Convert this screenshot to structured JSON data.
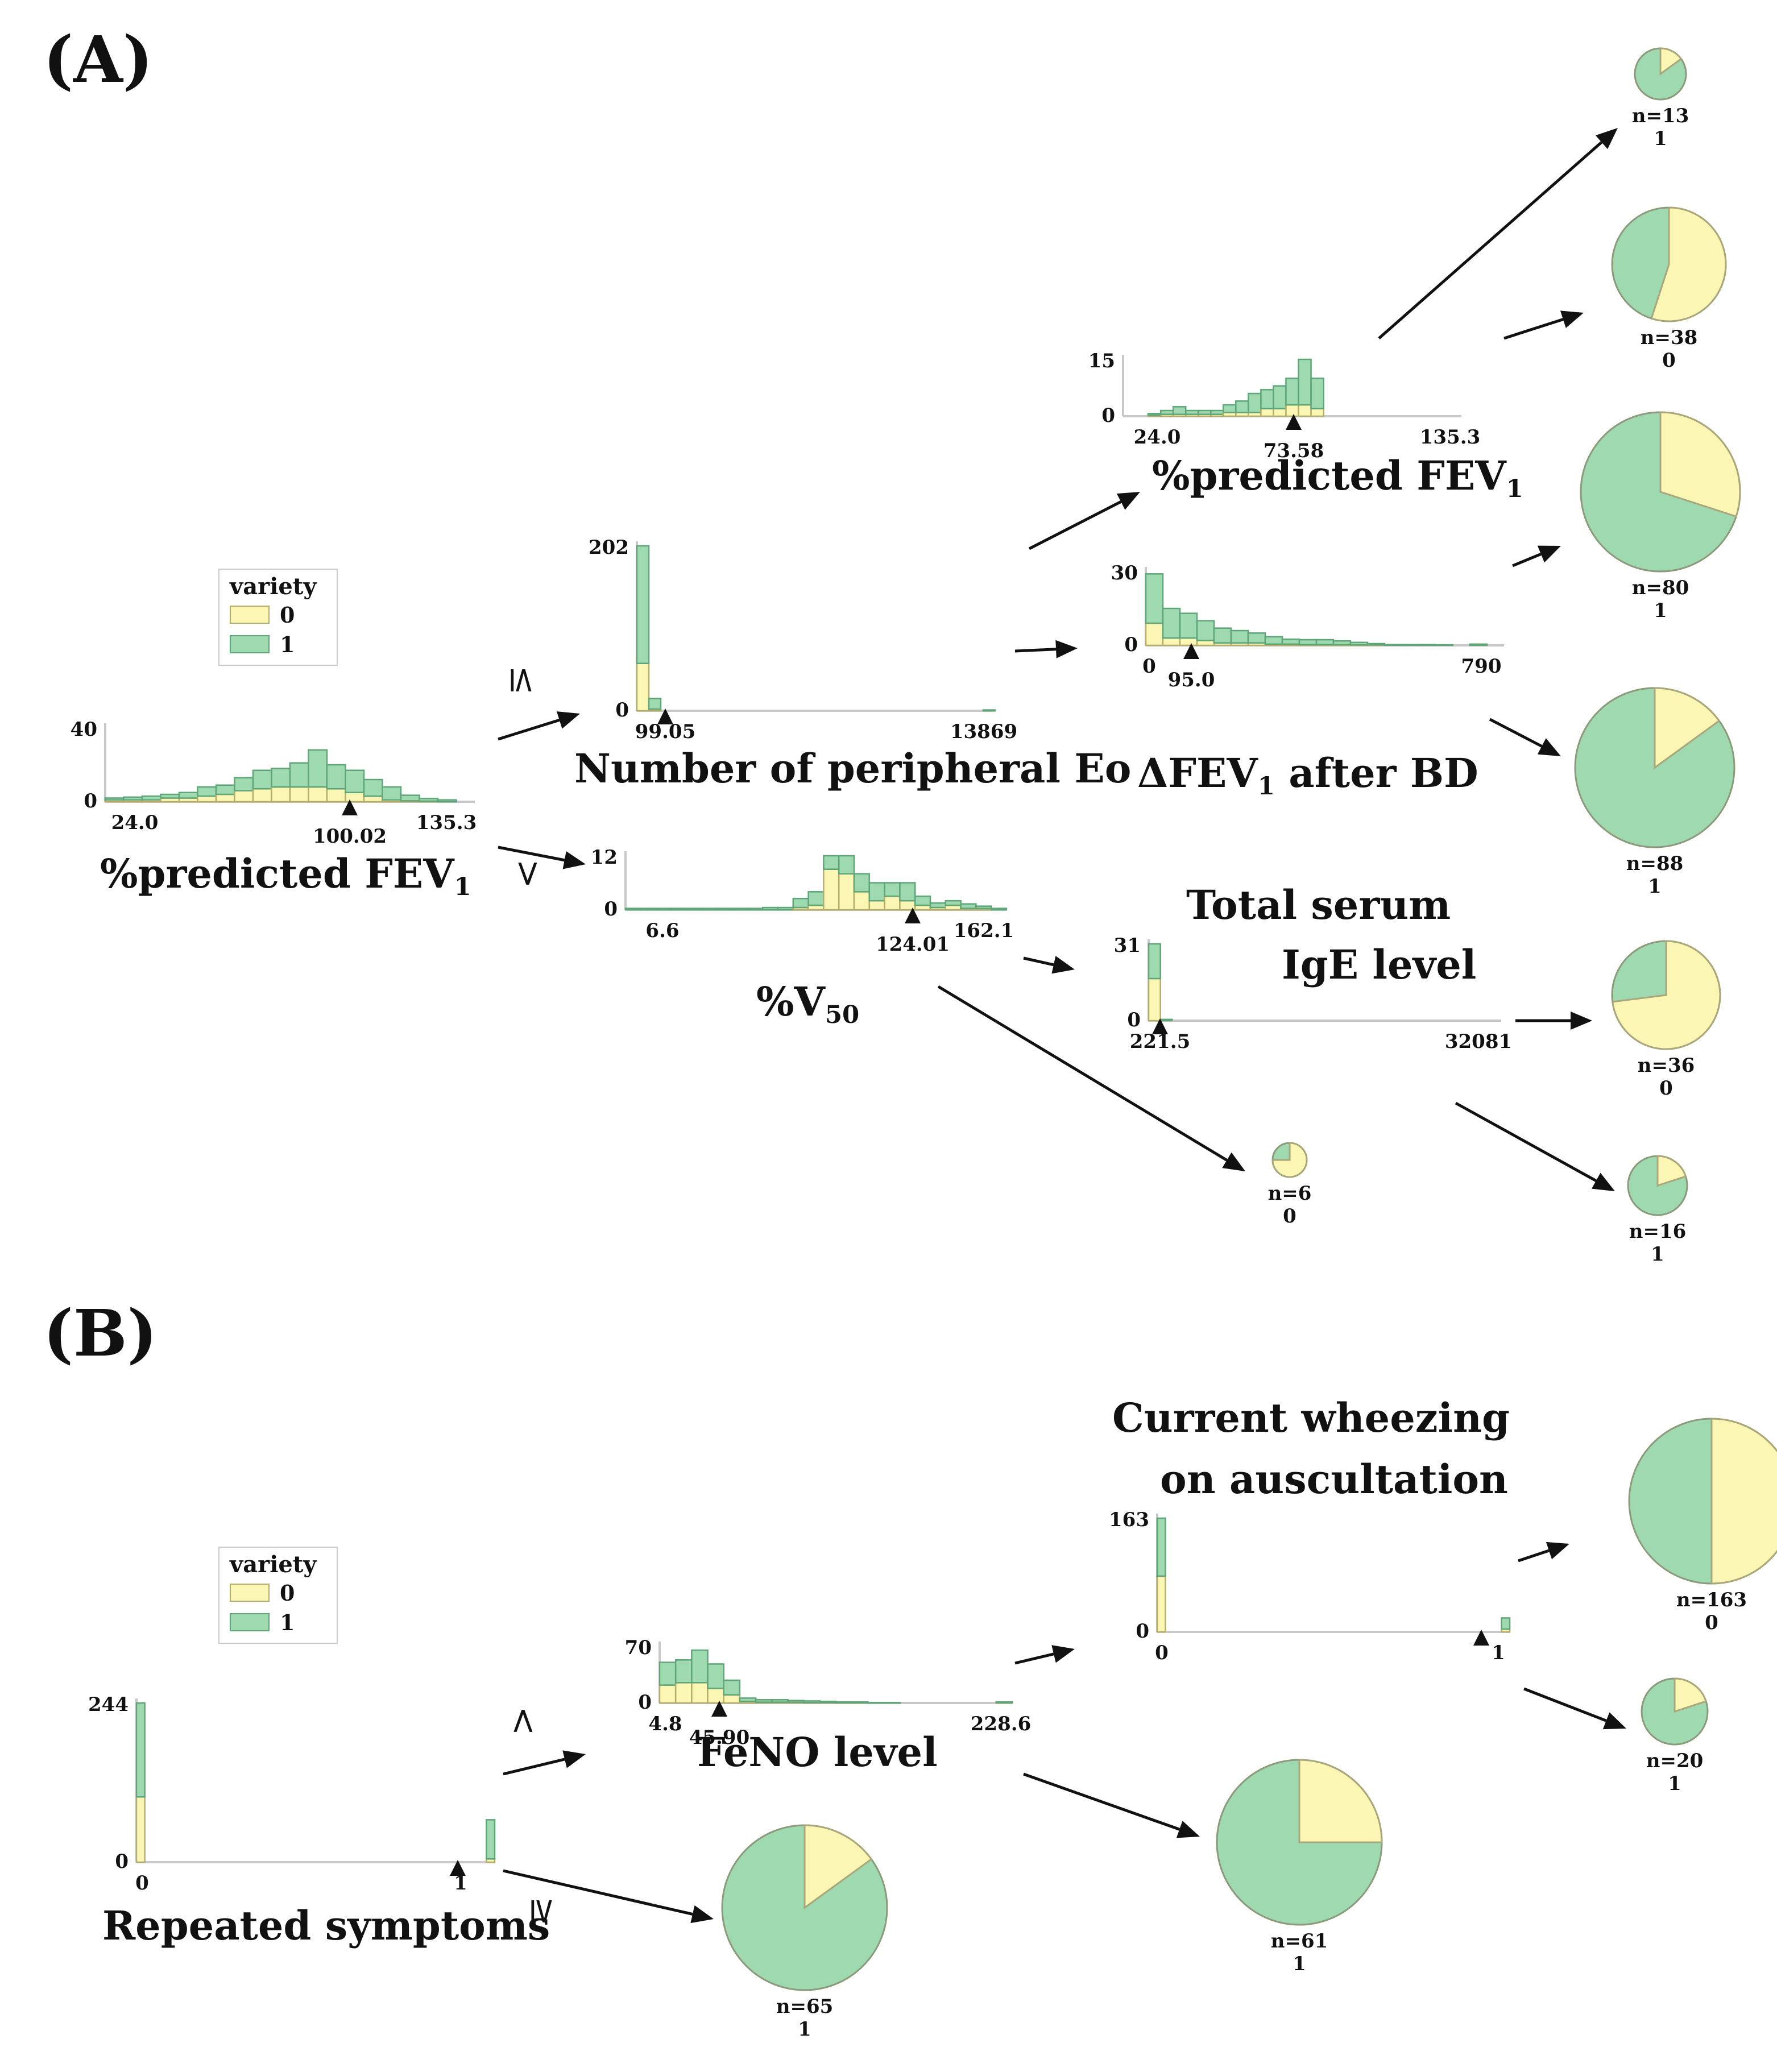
{
  "panels": [
    {
      "label": "(A)"
    },
    {
      "label": "(B)"
    }
  ],
  "colors": {
    "class0": "#fbf6b3",
    "class1": "#9fd9b0",
    "stroke0": "#b5ae6a",
    "stroke1": "#5ea578",
    "axis": "#c8c8c8"
  },
  "legend": {
    "title": "variety",
    "entries": [
      {
        "label": "0",
        "color": "#fbf6b3"
      },
      {
        "label": "1",
        "color": "#9fd9b0"
      }
    ]
  },
  "tree_a": {
    "operators": {
      "le": "≤",
      "gt": ">"
    },
    "nodes": {
      "root": {
        "label": "%predicted FEV",
        "label_sub": "1",
        "ymax": "40",
        "ymin": "0",
        "xmin": "24.0",
        "xmax": "135.3",
        "split": "100.02",
        "bins0": [
          1,
          1,
          1,
          2,
          2,
          3,
          4,
          6,
          7,
          8,
          8,
          8,
          7,
          5,
          3,
          1,
          0.5,
          0.3,
          0,
          0
        ],
        "bins1": [
          1,
          1.5,
          2,
          2,
          3,
          5,
          5,
          7,
          10,
          10,
          13,
          20,
          13,
          12,
          9,
          7,
          3,
          1.5,
          1,
          0
        ],
        "scale": 40
      },
      "eo": {
        "label": "Number  of peripheral  Eo",
        "ymax": "202",
        "ymin": "0",
        "xmin": "99.05",
        "xmax": "13869",
        "split": "99.05",
        "bins0": [
          58,
          2,
          0,
          0,
          0,
          0,
          0,
          0,
          0,
          0,
          0,
          0,
          0,
          0,
          0,
          0,
          0,
          0,
          0,
          0,
          0,
          0,
          0,
          0,
          0,
          0,
          0,
          0,
          0,
          0
        ],
        "bins1": [
          144,
          13,
          0,
          0,
          0,
          0,
          0,
          0,
          0,
          0,
          0,
          0,
          0,
          0,
          0,
          0,
          0,
          0,
          0,
          0,
          0,
          0,
          0,
          0,
          0,
          0,
          0,
          0,
          0,
          1
        ],
        "scale": 202
      },
      "fev_right": {
        "label": "%predicted  FEV",
        "label_sub": "1",
        "ymax": "15",
        "ymin": "0",
        "xmin": "24.0",
        "xmax": "135.3",
        "split": "73.58",
        "bins0": [
          0,
          0,
          0.3,
          0.5,
          0.5,
          0.5,
          0.5,
          0.5,
          1,
          1,
          1,
          2,
          2,
          3,
          3,
          2,
          0,
          0,
          0,
          0,
          0,
          0,
          0,
          0,
          0,
          0,
          0
        ],
        "bins1": [
          0,
          0,
          0.4,
          1,
          2,
          1,
          1,
          1,
          2,
          3,
          5,
          5,
          6,
          7,
          12,
          8,
          0,
          0,
          0,
          0,
          0,
          0,
          0,
          0,
          0,
          0,
          0
        ],
        "scale": 15
      },
      "dfev": {
        "label": "ΔFEV",
        "label_sub": "1",
        "label_tail": " after BD",
        "ymax": "30",
        "ymin": "0",
        "xmin": "0",
        "xmax": "790",
        "split": "95.0",
        "bins0": [
          9,
          3,
          3,
          2,
          1,
          1,
          1,
          0.5,
          0.5,
          0.3,
          0.3,
          0.3,
          0.2,
          0.2,
          0,
          0,
          0,
          0,
          0,
          0,
          0
        ],
        "bins1": [
          20,
          12,
          10,
          8,
          6,
          5,
          4,
          3,
          2,
          2,
          2,
          1.5,
          1,
          0.5,
          0.3,
          0.3,
          0.3,
          0.2,
          0,
          0.5,
          0
        ],
        "scale": 30
      },
      "v50": {
        "label": "%V",
        "label_sub": "50",
        "ymax": "12",
        "ymin": "0",
        "xmin": "6.6",
        "xmax": "162.1",
        "split": "124.01",
        "bins0": [
          0,
          0,
          0,
          0,
          0,
          0,
          0,
          0,
          0,
          0,
          0,
          0.5,
          1,
          9,
          8,
          4,
          2,
          3,
          2,
          1,
          0.5,
          1,
          0.3,
          0.3,
          0
        ],
        "bins1": [
          0.3,
          0.3,
          0.3,
          0.3,
          0.3,
          0.3,
          0.3,
          0.3,
          0.3,
          0.5,
          0.5,
          2,
          3,
          3,
          4,
          4,
          4,
          3,
          4,
          2,
          1,
          1,
          1,
          0.5,
          0.3
        ],
        "scale": 12
      },
      "ige": {
        "label_line1": "Total serum",
        "label_line2": "IgE level",
        "ymax": "31",
        "ymin": "0",
        "xmin": "221.5",
        "xmax": "32081",
        "split": "221.5",
        "bins0": [
          17,
          0,
          0,
          0,
          0,
          0,
          0,
          0,
          0,
          0,
          0,
          0,
          0,
          0,
          0,
          0,
          0,
          0,
          0,
          0,
          0,
          0,
          0,
          0,
          0,
          0,
          0,
          0,
          0,
          0
        ],
        "bins1": [
          14,
          0.5,
          0,
          0,
          0,
          0,
          0,
          0,
          0,
          0,
          0,
          0,
          0,
          0,
          0,
          0,
          0,
          0,
          0,
          0,
          0,
          0,
          0,
          0,
          0,
          0,
          0,
          0,
          0,
          0
        ],
        "scale": 31
      }
    },
    "leaves": [
      {
        "n": "n=13",
        "cls": "1",
        "p0": 0.15
      },
      {
        "n": "n=38",
        "cls": "0",
        "p0": 0.55
      },
      {
        "n": "n=80",
        "cls": "1",
        "p0": 0.3
      },
      {
        "n": "n=88",
        "cls": "1",
        "p0": 0.15
      },
      {
        "n": "n=36",
        "cls": "0",
        "p0": 0.73
      },
      {
        "n": "n=16",
        "cls": "1",
        "p0": 0.2
      },
      {
        "n": "n=6",
        "cls": "0",
        "p0": 0.75
      }
    ]
  },
  "tree_b": {
    "operators": {
      "lt": "<",
      "ge": "≥"
    },
    "nodes": {
      "root": {
        "label": "Repeated symptoms",
        "ymax": "244",
        "ymin": "0",
        "xmin": "0",
        "xmax": "1",
        "split": "1",
        "bins0": [
          100,
          0,
          0,
          0,
          0,
          0,
          0,
          0,
          0,
          0,
          0,
          0,
          0,
          0,
          0,
          0,
          0,
          0,
          0,
          0,
          0,
          0,
          0,
          0,
          0,
          0,
          0,
          0,
          0,
          0,
          0,
          0,
          0,
          0,
          0,
          0,
          0,
          0,
          0,
          0,
          0,
          0,
          5
        ],
        "bins1": [
          144,
          0,
          0,
          0,
          0,
          0,
          0,
          0,
          0,
          0,
          0,
          0,
          0,
          0,
          0,
          0,
          0,
          0,
          0,
          0,
          0,
          0,
          0,
          0,
          0,
          0,
          0,
          0,
          0,
          0,
          0,
          0,
          0,
          0,
          0,
          0,
          0,
          0,
          0,
          0,
          0,
          0,
          60
        ],
        "scale": 244
      },
      "feno": {
        "label": "FeNO level",
        "ymax": "70",
        "ymin": "0",
        "xmin": "4.8",
        "xmax": "228.6",
        "split": "45.90",
        "bins0": [
          22,
          25,
          25,
          18,
          10,
          2,
          1,
          1,
          1,
          0.5,
          0.5,
          0.3,
          0.3,
          0,
          0,
          0,
          0,
          0,
          0,
          0,
          0,
          0.3
        ],
        "bins1": [
          28,
          28,
          40,
          30,
          18,
          4,
          3,
          3,
          2,
          2,
          1.5,
          1,
          1,
          0.5,
          0.5,
          0,
          0,
          0,
          0,
          0,
          0,
          1
        ],
        "scale": 70
      },
      "wheeze": {
        "label_line1": "Current  wheezing",
        "label_line2": "on auscultation",
        "ymax": "163",
        "ymin": "0",
        "xmin": "0",
        "xmax": "1",
        "split": "1",
        "bins0": [
          80,
          0,
          0,
          0,
          0,
          0,
          0,
          0,
          0,
          0,
          0,
          0,
          0,
          0,
          0,
          0,
          0,
          0,
          0,
          0,
          0,
          0,
          0,
          0,
          0,
          0,
          0,
          0,
          0,
          0,
          0,
          0,
          0,
          0,
          0,
          0,
          0,
          0,
          0,
          0,
          0,
          0,
          4
        ],
        "bins1": [
          83,
          0,
          0,
          0,
          0,
          0,
          0,
          0,
          0,
          0,
          0,
          0,
          0,
          0,
          0,
          0,
          0,
          0,
          0,
          0,
          0,
          0,
          0,
          0,
          0,
          0,
          0,
          0,
          0,
          0,
          0,
          0,
          0,
          0,
          0,
          0,
          0,
          0,
          0,
          0,
          0,
          0,
          16
        ],
        "scale": 163
      }
    },
    "leaves": [
      {
        "n": "n=163",
        "cls": "0",
        "p0": 0.5
      },
      {
        "n": "n=20",
        "cls": "1",
        "p0": 0.2
      },
      {
        "n": "n=61",
        "cls": "1",
        "p0": 0.25
      },
      {
        "n": "n=65",
        "cls": "1",
        "p0": 0.15
      }
    ]
  }
}
